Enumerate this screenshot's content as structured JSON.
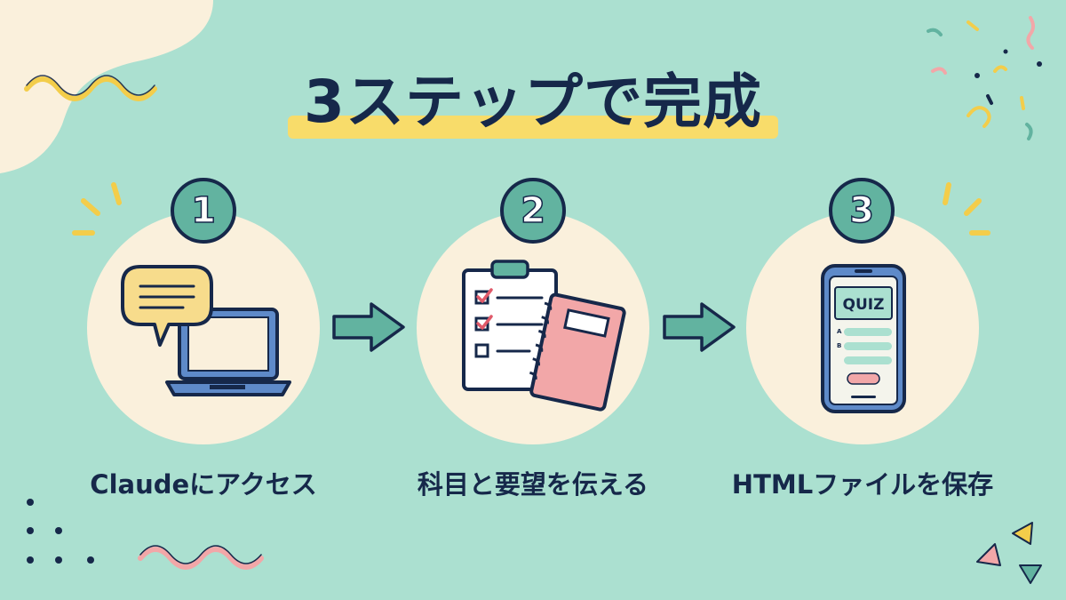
{
  "title": "3ステップで完成",
  "steps": [
    {
      "number": "1",
      "label": "Claudeにアクセス",
      "icon": "laptop-chat-icon"
    },
    {
      "number": "2",
      "label": "科目と要望を伝える",
      "icon": "checklist-notebook-icon"
    },
    {
      "number": "3",
      "label": "HTMLファイルを保存",
      "icon": "quiz-phone-icon"
    }
  ],
  "phone": {
    "quiz_text": "QUIZ",
    "option_a": "A",
    "option_b": "B"
  },
  "colors": {
    "background": "#abe0d0",
    "navy": "#16284a",
    "teal": "#62b3a0",
    "cream": "#faf0dc",
    "yellow": "#f8dc6a",
    "pink": "#f2a7a8"
  }
}
